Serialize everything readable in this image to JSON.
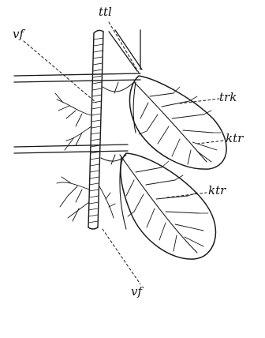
{
  "labels": {
    "tracheal_trunk_top": "ttl",
    "ventral_fold_top": "vf",
    "trachea": "trk",
    "gill_branch_upper": "ktr",
    "gill_branch_lower": "ktr",
    "ventral_fold_bottom": "vf"
  },
  "colors": {
    "ink": "#1a1a1a",
    "background": "#ffffff"
  }
}
